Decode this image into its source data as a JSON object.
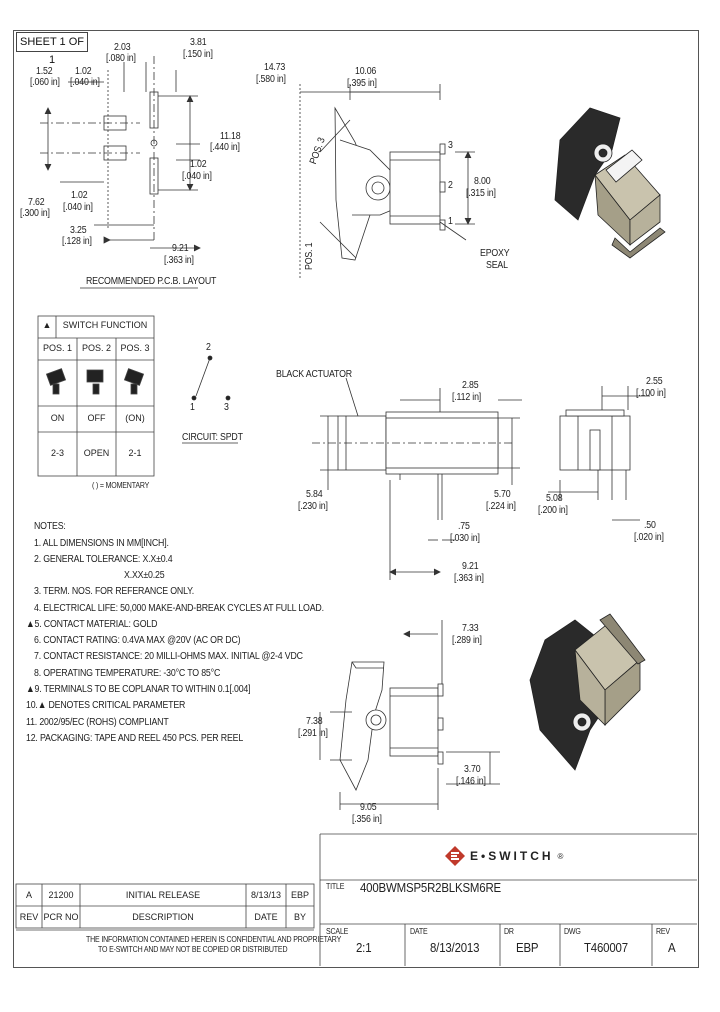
{
  "sheet": "SHEET 1 OF 1",
  "pcb": {
    "d203": "2.03",
    "d203in": "[.080 in]",
    "d381": "3.81",
    "d381in": "[.150 in]",
    "d152": "1.52",
    "d152in": "[.060 in]",
    "d102a": "1.02",
    "d102ain": "[.040 in]",
    "d1118": "11.18",
    "d1118in": "[.440 in]",
    "d102b": "1.02",
    "d102bin": "[.040 in]",
    "d762": "7.62",
    "d762in": "[.300 in]",
    "d102c": "1.02",
    "d102cin": "[.040 in]",
    "d325": "3.25",
    "d325in": "[.128 in]",
    "d921": "9.21",
    "d921in": "[.363 in]",
    "caption": "RECOMMENDED P.C.B. LAYOUT"
  },
  "side": {
    "d1473": "14.73",
    "d1473in": "[.580 in]",
    "d1006": "10.06",
    "d1006in": "[.395 in]",
    "pos3": "POS. 3",
    "pos1": "POS. 1",
    "t3": "3",
    "t2": "2",
    "t1": "1",
    "d800": "8.00",
    "d800in": "[.315 in]",
    "epoxy1": "EPOXY",
    "epoxy2": "SEAL"
  },
  "switchFunction": {
    "marker": "▲",
    "title": "SWITCH FUNCTION",
    "headers": [
      "POS. 1",
      "POS. 2",
      "POS. 3"
    ],
    "states": [
      "ON",
      "OFF",
      "(ON)"
    ],
    "circuits": [
      "2-3",
      "OPEN",
      "2-1"
    ],
    "note": "( ) = MOMENTARY"
  },
  "circuit": {
    "n2": "2",
    "n1": "1",
    "n3": "3",
    "label": "CIRCUIT: SPDT"
  },
  "front": {
    "actuator": "BLACK ACTUATOR",
    "d285": "2.85",
    "d285in": "[.112 in]",
    "d255": "2.55",
    "d255in": "[.100 in]",
    "d584": "5.84",
    "d584in": "[.230 in]",
    "d570": "5.70",
    "d570in": "[.224 in]",
    "d508": "5.08",
    "d508in": "[.200 in]",
    "d75": ".75",
    "d75in": "[.030 in]",
    "d50": ".50",
    "d50in": "[.020 in]",
    "d921": "9.21",
    "d921in": "[.363 in]"
  },
  "bottom": {
    "d733": "7.33",
    "d733in": "[.289 in]",
    "d738": "7.38",
    "d738in": "[.291 in]",
    "d370": "3.70",
    "d370in": "[.146 in]",
    "d905": "9.05",
    "d905in": "[.356 in]"
  },
  "notes": {
    "title": "NOTES:",
    "items": [
      "1.  ALL DIMENSIONS IN MM[INCH].",
      "2.  GENERAL TOLERANCE: X.X±0.4",
      "X.XX±0.25",
      "3. TERM. NOS. FOR REFERANCE ONLY.",
      "4. ELECTRICAL LIFE: 50,000 MAKE-AND-BREAK CYCLES AT FULL LOAD.",
      "▲5. CONTACT MATERIAL: GOLD",
      "6. CONTACT RATING: 0.4VA MAX @20V (AC OR DC)",
      "7. CONTACT RESISTANCE: 20 MILLI-OHMS MAX. INITIAL @2-4 VDC",
      "8. OPERATING TEMPERATURE: -30°C TO 85°C",
      "▲9. TERMINALS TO BE COPLANAR TO WITHIN 0.1[.004]",
      "10.▲ DENOTES CRITICAL PARAMETER",
      "11. 2002/95/EC (ROHS) COMPLIANT",
      "12. PACKAGING: TAPE AND REEL 450 PCS. PER REEL"
    ]
  },
  "revTable": {
    "row": {
      "rev": "A",
      "pcr": "21200",
      "desc": "INITIAL RELEASE",
      "date": "8/13/13",
      "by": "EBP"
    },
    "headers": {
      "rev": "REV",
      "pcr": "PCR NO",
      "desc": "DESCRIPTION",
      "date": "DATE",
      "by": "BY"
    },
    "prop1": "THE INFORMATION CONTAINED HEREIN IS CONFIDENTIAL AND PROPRIETARY",
    "prop2": "TO E-SWITCH AND MAY NOT BE COPIED OR DISTRIBUTED"
  },
  "titleBlock": {
    "brand": "E•SWITCH",
    "brandmark": "®",
    "titleLabel": "TITLE",
    "title": "400BWMSP5R2BLKSM6RE",
    "scaleLabel": "SCALE",
    "scale": "2:1",
    "dateLabel": "DATE",
    "date": "8/13/2013",
    "drLabel": "DR",
    "dr": "EBP",
    "dwgLabel": "DWG",
    "dwg": "T460007",
    "revLabel": "REV",
    "rev": "A"
  },
  "colors": {
    "line": "#333333",
    "body": "#2a2a2a",
    "brass": "#b9b29a",
    "brandRed": "#c0392b"
  }
}
